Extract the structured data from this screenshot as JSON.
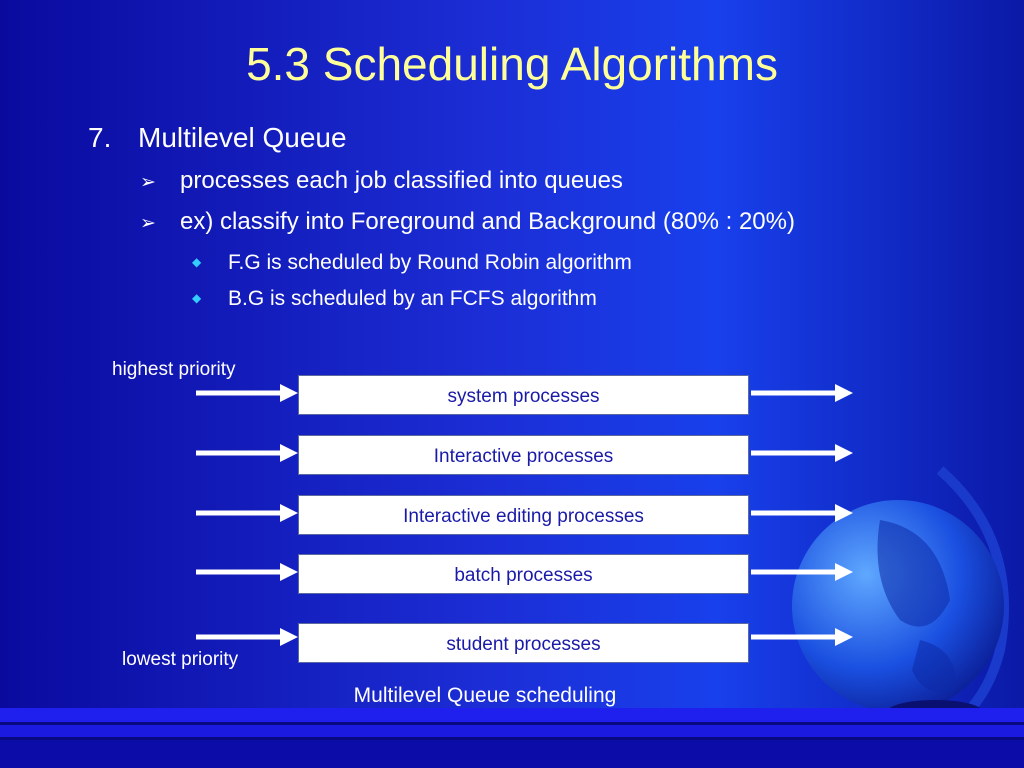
{
  "slide": {
    "title": "5.3 Scheduling Algorithms",
    "item": {
      "number": "7.",
      "text": "Multilevel Queue"
    },
    "bullets": [
      "processes each job classified into queues",
      "ex) classify into Foreground and Background (80% : 20%)"
    ],
    "subbullets": [
      "F.G is scheduled by Round Robin algorithm",
      "B.G is scheduled by an FCFS algorithm"
    ],
    "bullet_marker": "➢",
    "subbullet_marker": "◆"
  },
  "diagram": {
    "highest_label": "highest priority",
    "lowest_label": "lowest priority",
    "queues": [
      "system processes",
      "Interactive processes",
      "Interactive editing processes",
      "batch processes",
      "student processes"
    ],
    "caption": "Multilevel Queue scheduling"
  },
  "colors": {
    "title": "#ffff99",
    "text": "#ffffff",
    "queue_text": "#1a1aa8",
    "subbullet_marker": "#33ccff",
    "footer_bar": "#1a1ae0"
  },
  "icons": {
    "decoration": "globe-icon"
  }
}
